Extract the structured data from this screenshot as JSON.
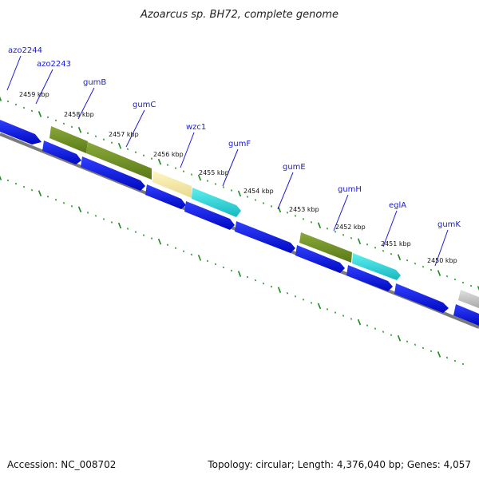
{
  "title": "Azoarcus sp. BH72, complete genome",
  "accession": "Accession: NC_008702",
  "summary": "Topology: circular; Length: 4,376,040 bp; Genes: 4,057",
  "colors": {
    "gene_default": "#0a14e6",
    "gene_highlight_dark": "#6b8e23",
    "gene_highlight_light": "#f0e6a0",
    "gene_highlight_cyan": "#2ad4d4",
    "gene_grey": "#bdbdbd",
    "axis": "#808080",
    "ticks": "#1a8a1a",
    "labels": "#1a1ad6"
  },
  "gene_labels": [
    "azo2244",
    "azo2243",
    "gumB",
    "gumC",
    "wzc1",
    "gumF",
    "gumE",
    "gumH",
    "eglA",
    "gumK"
  ],
  "tick_labels": [
    "2459 kbp",
    "2458 kbp",
    "2457 kbp",
    "2456 kbp",
    "2455 kbp",
    "2454 kbp",
    "2453 kbp",
    "2452 kbp",
    "2451 kbp",
    "2450 kbp"
  ]
}
